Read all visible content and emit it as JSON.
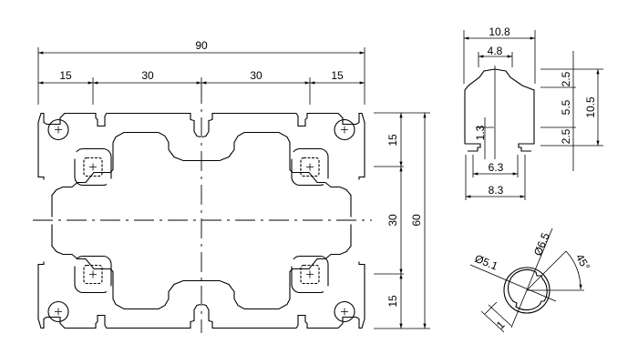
{
  "drawing": {
    "type": "aluminium extrusion profile 60x90 technical drawing",
    "main_view": {
      "overall_width": "90",
      "segment_widths": [
        "15",
        "30",
        "30",
        "15"
      ],
      "overall_height": "60",
      "segment_heights": [
        "15",
        "30",
        "15"
      ]
    },
    "slot_detail": {
      "top_width": "10.8",
      "neck_width": "4.8",
      "inner_width": "6.3",
      "bottom_width": "8.3",
      "lip_depth": "1.3",
      "heights": [
        "2.5",
        "5.5",
        "2.5"
      ],
      "total_height": "10.5"
    },
    "core_hole_detail": {
      "inner_diameter": "Ø5.1",
      "outer_diameter": "Ø6.5",
      "angle": "45°",
      "rib_width": "1"
    }
  }
}
